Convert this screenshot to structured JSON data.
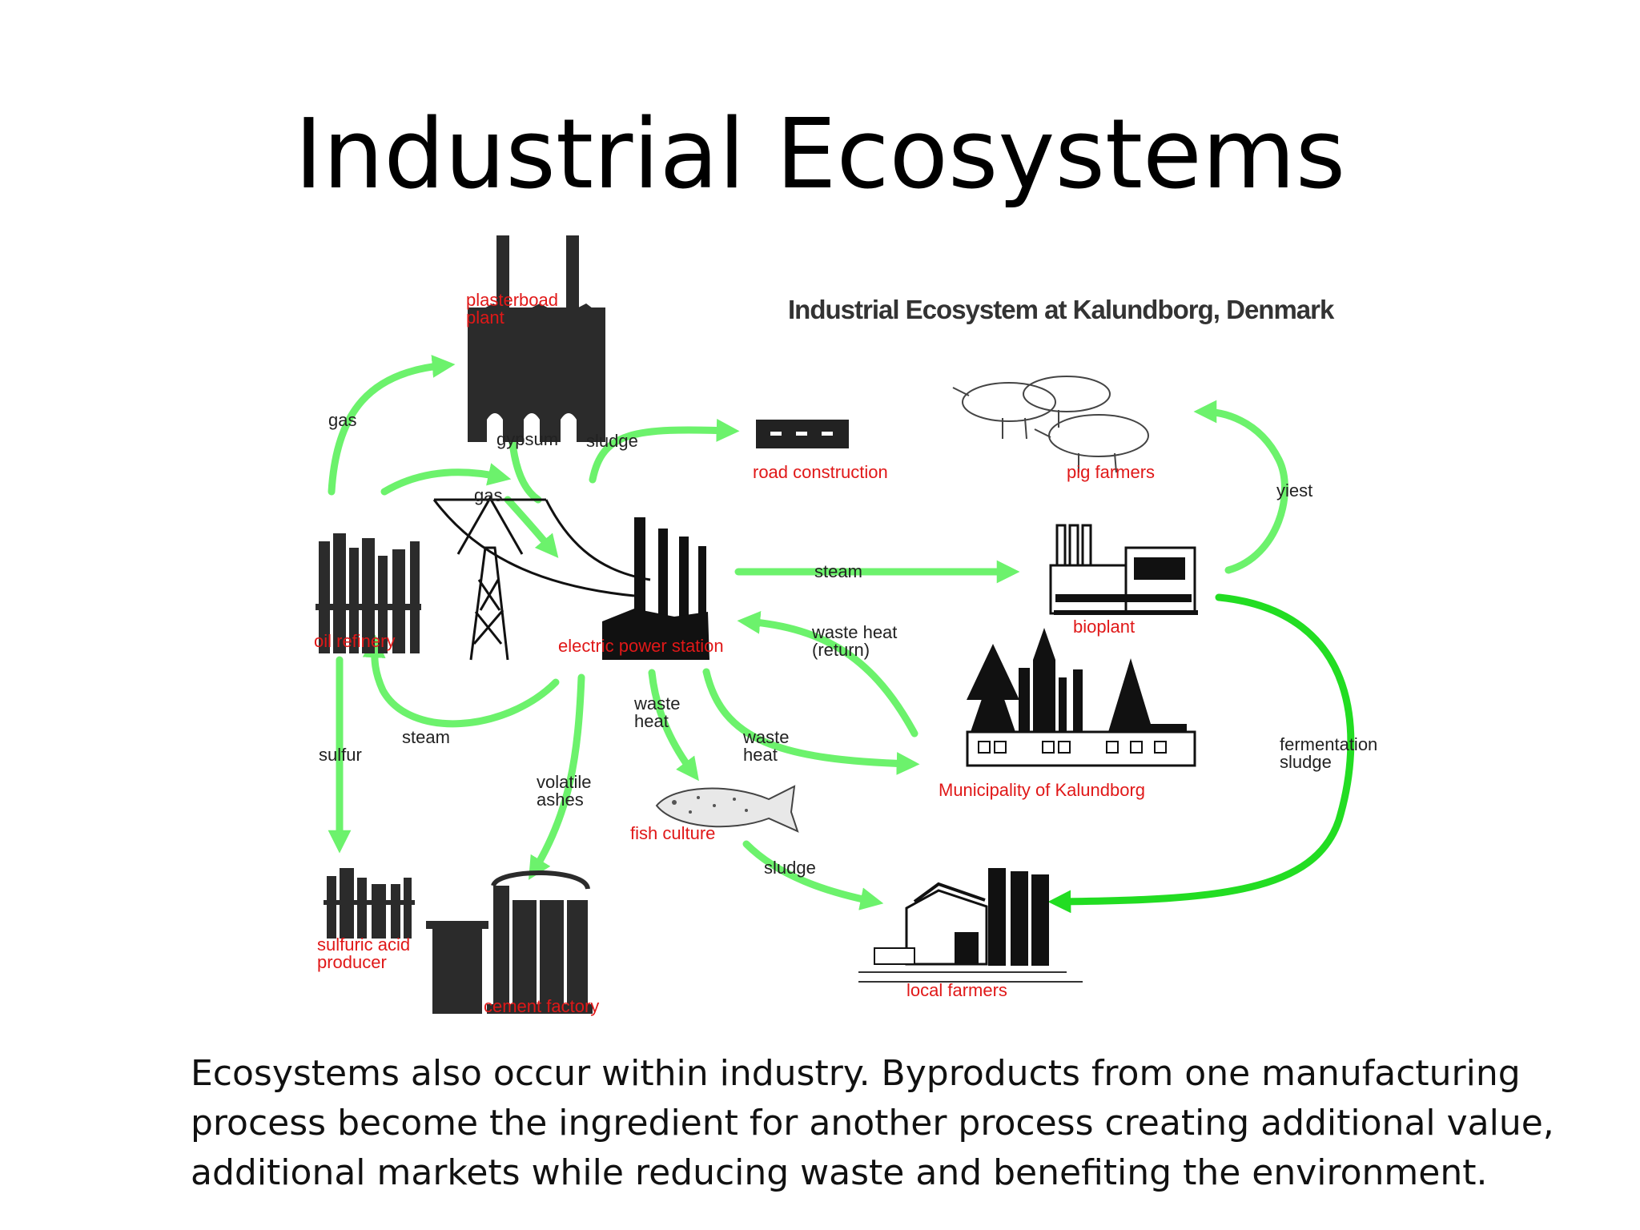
{
  "slide": {
    "title": "Industrial Ecosystems",
    "body_lines": [
      "Ecosystems also occur within industry.  Byproducts from one manufacturing",
      "process become the ingredient for another process creating additional value,",
      "additional markets while reducing waste and benefiting the environment."
    ]
  },
  "diagram": {
    "title": "Industrial Ecosystem at Kalundborg, Denmark",
    "arrow_color": "#6CF26C",
    "strong_arrow_color": "#22DD22",
    "node_label_color": "#e01818",
    "nodes": {
      "plasterboard_plant": [
        "plasterboad",
        "plant"
      ],
      "road_construction": "road construction",
      "pig_farmers": "pig farmers",
      "oil_refinery": "oil refinery",
      "electric_power_station": "electric power station",
      "bioplant": "bioplant",
      "municipality": "Municipality of Kalundborg",
      "fish_culture": "fish culture",
      "sulfuric_acid_producer": [
        "sulfuric acid",
        "producer"
      ],
      "cement_factory": "cement factory",
      "local_farmers": "local farmers"
    },
    "flows": {
      "gas_top": "gas",
      "gypsum": "gypsum",
      "sludge_top": "sludge",
      "gas_mid": "gas",
      "yiest": "yiest",
      "steam_right": "steam",
      "waste_heat_return": [
        "waste heat",
        "(return)"
      ],
      "steam_left": "steam",
      "sulfur": "sulfur",
      "waste_heat_fish": [
        "waste",
        "heat"
      ],
      "waste_heat_muni": [
        "waste",
        "heat"
      ],
      "volatile_ashes": [
        "volatile",
        "ashes"
      ],
      "fermentation_sludge": [
        "fermentation",
        "sludge"
      ],
      "sludge_bottom": "sludge"
    }
  }
}
